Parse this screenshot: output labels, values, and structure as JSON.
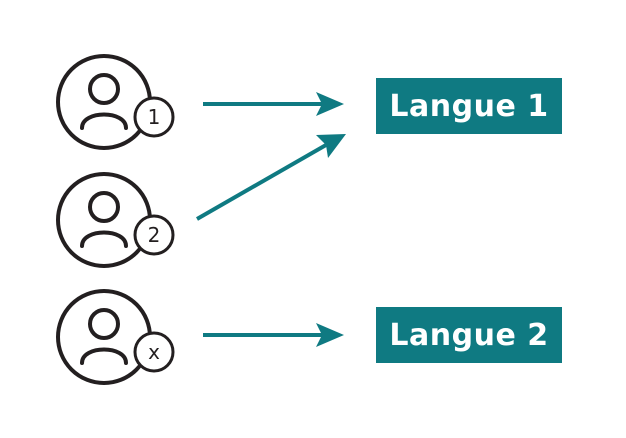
{
  "users": [
    {
      "badge": "1",
      "target": "lang1"
    },
    {
      "badge": "2",
      "target": "lang1"
    },
    {
      "badge": "x",
      "target": "lang2"
    }
  ],
  "languages": {
    "lang1": {
      "label": "Langue 1"
    },
    "lang2": {
      "label": "Langue 2"
    }
  },
  "colors": {
    "accent": "#0f7a82",
    "line": "#231f20",
    "background": "#ffffff"
  },
  "icons": [
    "user-icon",
    "arrow-icon"
  ]
}
